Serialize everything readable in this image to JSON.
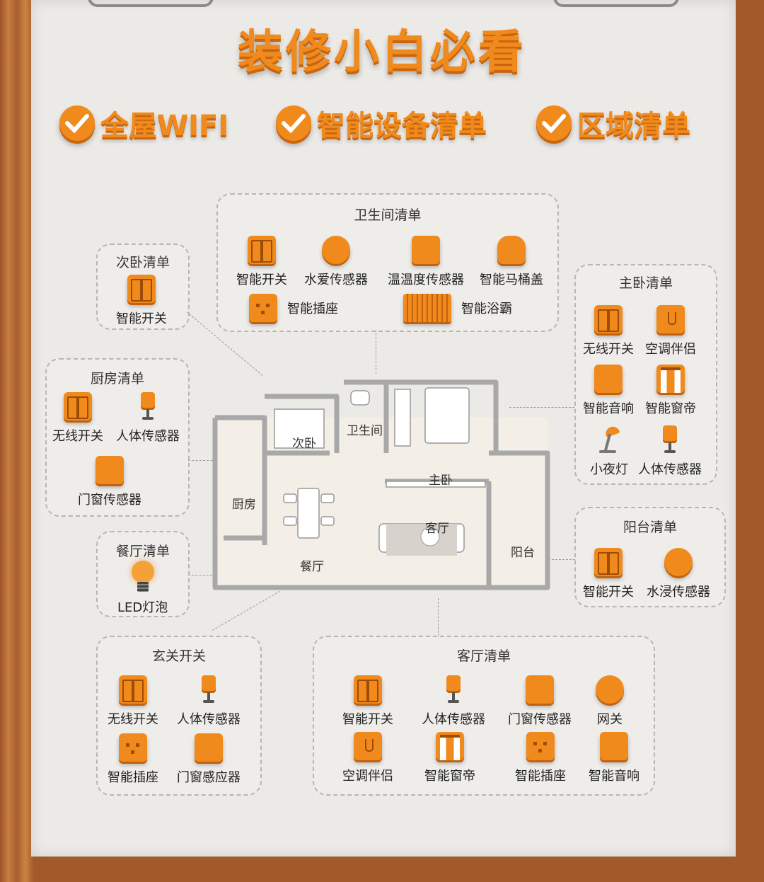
{
  "title": "装修小白必看",
  "tags": [
    "全屋WIFI",
    "智能设备清单",
    "区域清单"
  ],
  "bathroom": {
    "title": "卫生间清单",
    "items": [
      "智能开关",
      "水爱传感器",
      "温温度传感器",
      "智能马桶盖",
      "智能插座",
      "智能浴霸"
    ]
  },
  "second_bedroom": {
    "title": "次卧清单",
    "items": [
      "智能开关"
    ]
  },
  "master_bedroom": {
    "title": "主卧清单",
    "items": [
      "无线开关",
      "空调伴侣",
      "智能音响",
      "智能窗帝",
      "小夜灯",
      "人体传感器"
    ]
  },
  "kitchen": {
    "title": "厨房清单",
    "items": [
      "无线开关",
      "人体传感器",
      "门窗传感器"
    ]
  },
  "dining": {
    "title": "餐厅清单",
    "items": [
      "LED灯泡"
    ]
  },
  "balcony": {
    "title": "阳台清单",
    "items": [
      "智能开关",
      "水浸传感器"
    ]
  },
  "entrance": {
    "title": "玄关开关",
    "items": [
      "无线开关",
      "人体传感器",
      "智能插座",
      "门窗感应器"
    ]
  },
  "living": {
    "title": "客厅清单",
    "items": [
      "智能开关",
      "人体传感器",
      "门窗传感器",
      "网关",
      "空调伴侣",
      "智能窗帝",
      "智能插座",
      "智能音响"
    ]
  },
  "plan": {
    "labels": [
      "次卧",
      "卫生间",
      "主卧",
      "厨房",
      "客厅",
      "餐厅",
      "阳台"
    ]
  },
  "colors": {
    "accent": "#f08a1c",
    "board": "#eceae6",
    "frame": "#b86b33"
  }
}
